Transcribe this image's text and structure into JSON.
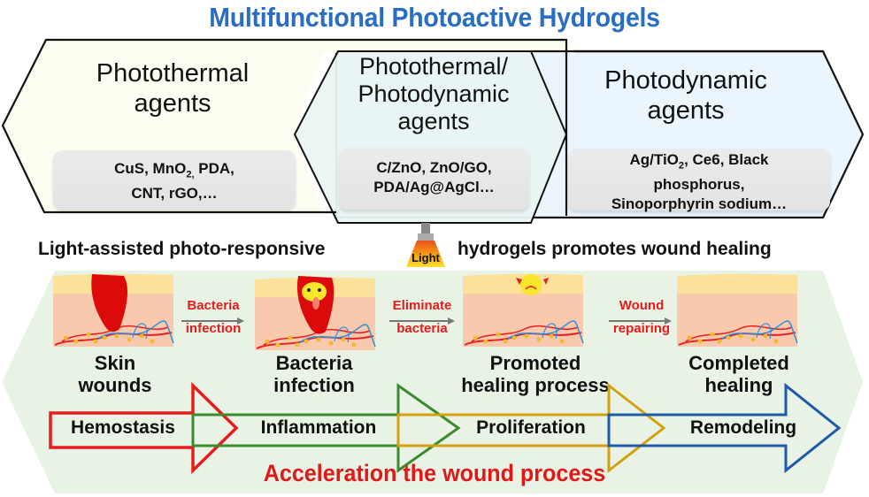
{
  "title": "Multifunctional Photoactive Hydrogels",
  "agents": [
    {
      "name_line1": "Photothermal",
      "name_line2": "agents",
      "examples_line1": "CuS,  MnO",
      "examples_sub1": "2,",
      "examples_rest1": " PDA,",
      "examples_line2": "CNT,  rGO,…",
      "color": "#fdfcf0"
    },
    {
      "name_line1": "Photothermal/",
      "name_line2": "Photodynamic",
      "name_line3": "agents",
      "examples_line1": "C/ZnO,  ZnO/GO,",
      "examples_line2": "PDA/Ag@AgCl…",
      "color": "#e9f4f3"
    },
    {
      "name_line1": "Photodynamic",
      "name_line2": "agents",
      "examples_pre1": "Ag/TiO",
      "examples_sub1": "2",
      "examples_rest1": ", Ce6, Black",
      "examples_line2": "phosphorus,",
      "examples_line3": "Sinoporphyrin sodium…",
      "color": "#eaf5fd"
    }
  ],
  "middle": {
    "left_text": "Light-assisted photo-responsive",
    "lamp_label": "Light",
    "right_text": "hydrogels promotes wound healing"
  },
  "stages": [
    {
      "line1": "Skin",
      "line2": "wounds"
    },
    {
      "line1": "Bacteria",
      "line2": "infection"
    },
    {
      "line1": "Promoted",
      "line2": "healing process"
    },
    {
      "line1": "Completed",
      "line2": "healing"
    }
  ],
  "transitions": [
    {
      "line1": "Bacteria",
      "line2": "infection"
    },
    {
      "line1": "Eliminate",
      "line2": "bacteria"
    },
    {
      "line1": "Wound",
      "line2": "repairing"
    }
  ],
  "phases": [
    {
      "label": "Hemostasis",
      "color": "#e81c1c"
    },
    {
      "label": "Inflammation",
      "color": "#3a8a2e"
    },
    {
      "label": "Proliferation",
      "color": "#d4a012"
    },
    {
      "label": "Remodeling",
      "color": "#1f5aa8"
    }
  ],
  "footer": "Acceleration the wound process",
  "colors": {
    "title": "#2a6ec4",
    "green_panel": "#e8f3e6",
    "transition_text": "#e61b1b",
    "footer": "#e01818"
  }
}
